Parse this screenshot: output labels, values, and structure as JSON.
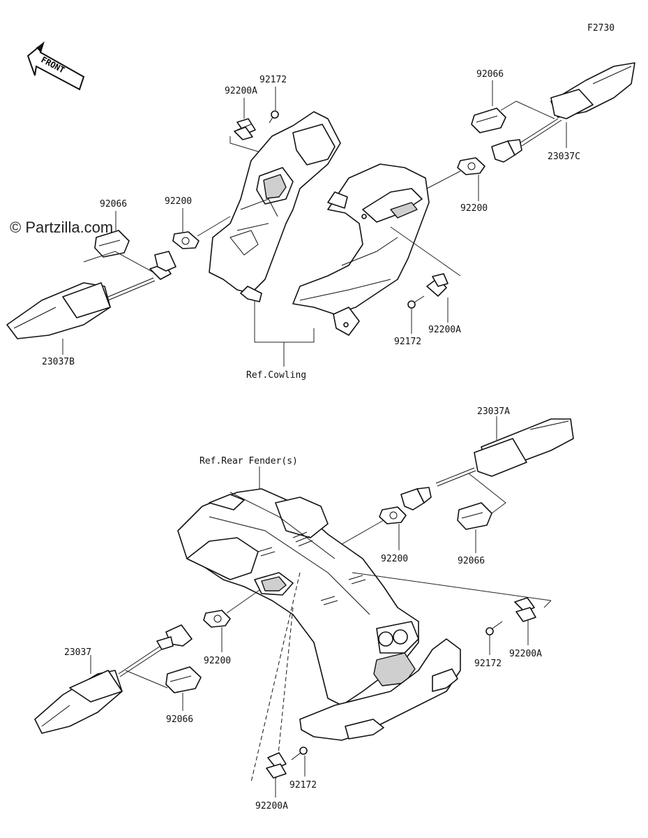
{
  "figure_code": "F2730",
  "watermark": "© Partzilla.com",
  "front_label": "FRONT",
  "refs": {
    "cowling": "Ref.Cowling",
    "rear_fender": "Ref.Rear Fender(s)"
  },
  "callouts": {
    "top_left_bracket_bolt": "92172",
    "top_left_bracket": "92200A",
    "top_right_connector_cover": "92066",
    "top_right_turn_signal": "23037C",
    "top_right_plate": "92200",
    "top_left_connector_cover": "92066",
    "top_left_plate": "92200",
    "top_left_turn_signal": "23037B",
    "mid_right_bolt": "92172",
    "mid_right_bracket": "92200A",
    "rear_right_turn_signal": "23037A",
    "rear_right_plate": "92200",
    "rear_right_connector_cover": "92066",
    "rear_left_turn_signal": "23037",
    "rear_left_plate": "92200",
    "rear_left_connector_cover": "92066",
    "rear_far_right_bolt": "92172",
    "rear_far_right_bracket": "92200A",
    "rear_bottom_bolt": "92172",
    "rear_bottom_bracket": "92200A"
  }
}
